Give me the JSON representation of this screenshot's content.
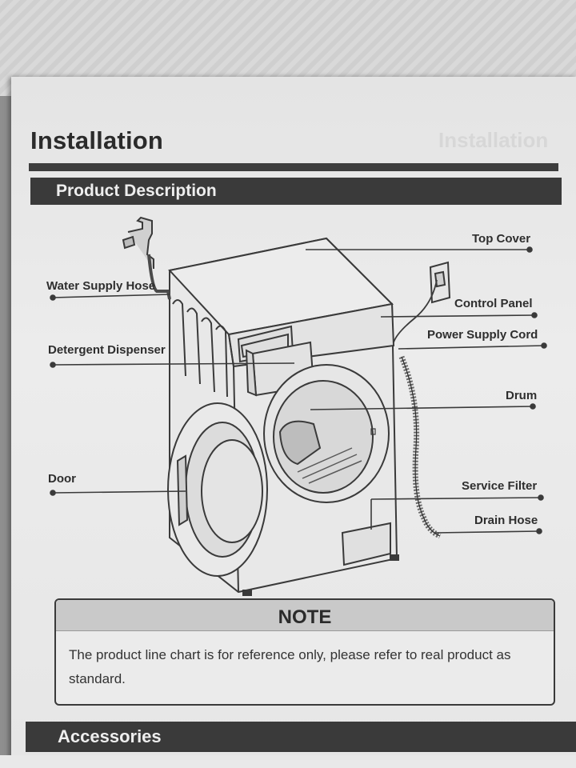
{
  "page": {
    "heading": "Installation",
    "ghost_heading": "Installation",
    "section_title": "Product Description",
    "labels": {
      "top_cover": "Top Cover",
      "water_supply_hose": "Water Supply Hose",
      "control_panel": "Control Panel",
      "power_supply_cord": "Power Supply Cord",
      "detergent_dispenser": "Detergent Dispenser",
      "drum": "Drum",
      "door": "Door",
      "service_filter": "Service Filter",
      "drain_hose": "Drain Hose"
    },
    "note": {
      "title": "NOTE",
      "text": "The product line chart is for reference only, please refer to real product as standard."
    },
    "next_section_title": "Accessories"
  }
}
